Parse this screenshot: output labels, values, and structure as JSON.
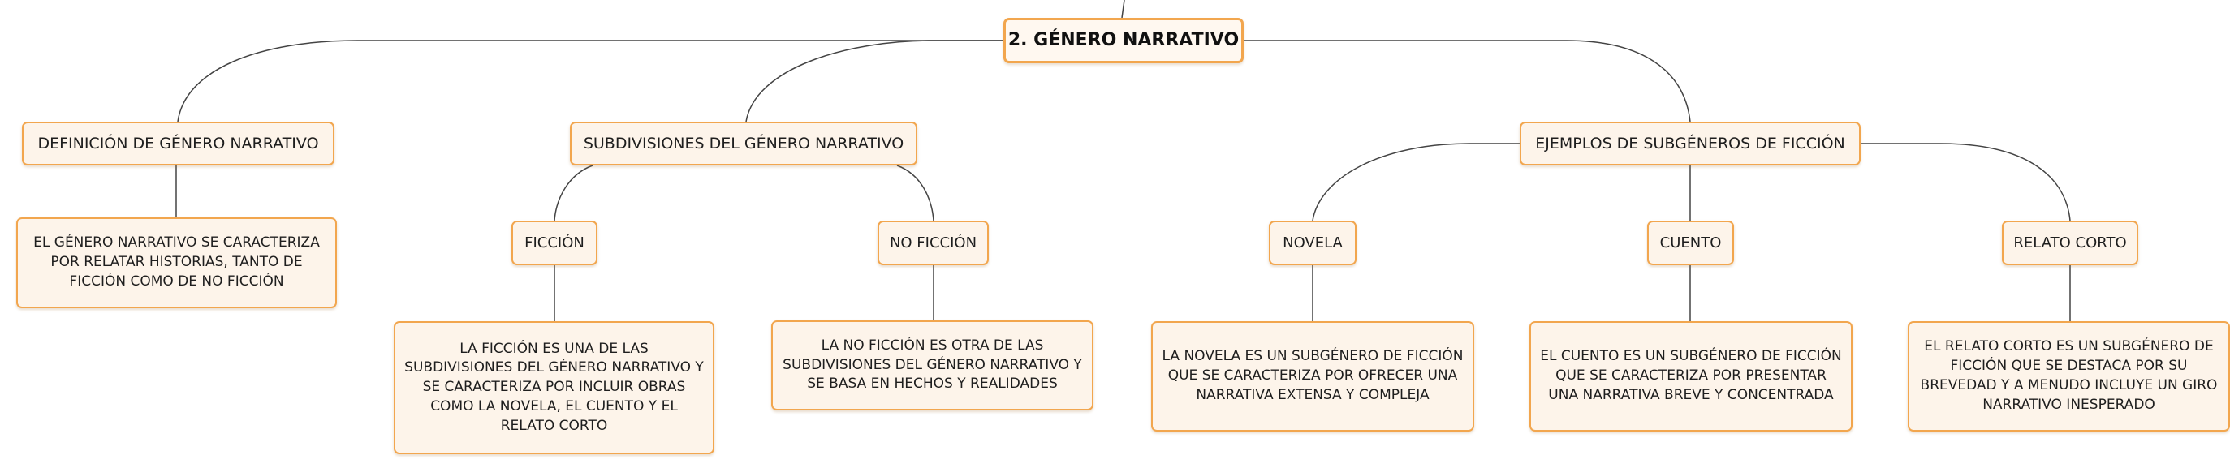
{
  "root": {
    "label": "2. GÉNERO NARRATIVO"
  },
  "definicion": {
    "label": "DEFINICIÓN DE GÉNERO NARRATIVO",
    "description": "EL GÉNERO NARRATIVO SE CARACTERIZA POR RELATAR HISTORIAS, TANTO DE FICCIÓN COMO DE NO FICCIÓN"
  },
  "subdivisiones": {
    "label": "SUBDIVISIONES DEL GÉNERO NARRATIVO",
    "ficcion": {
      "label": "FICCIÓN",
      "description": "LA FICCIÓN ES UNA DE LAS SUBDIVISIONES DEL GÉNERO NARRATIVO Y SE CARACTERIZA POR INCLUIR OBRAS COMO LA NOVELA, EL CUENTO Y EL RELATO CORTO"
    },
    "no_ficcion": {
      "label": "NO FICCIÓN",
      "description": "LA NO FICCIÓN ES OTRA DE LAS SUBDIVISIONES DEL GÉNERO NARRATIVO Y SE BASA EN HECHOS Y REALIDADES"
    }
  },
  "ejemplos": {
    "label": "EJEMPLOS DE SUBGÉNEROS DE FICCIÓN",
    "novela": {
      "label": "NOVELA",
      "description": "LA NOVELA ES UN SUBGÉNERO DE FICCIÓN QUE SE CARACTERIZA POR OFRECER UNA NARRATIVA EXTENSA Y COMPLEJA"
    },
    "cuento": {
      "label": "CUENTO",
      "description": "EL CUENTO ES UN SUBGÉNERO DE FICCIÓN QUE SE CARACTERIZA POR PRESENTAR UNA NARRATIVA BREVE Y CONCENTRADA"
    },
    "relato_corto": {
      "label": "RELATO CORTO",
      "description": "EL RELATO CORTO ES UN SUBGÉNERO DE FICCIÓN QUE SE DESTACA POR SU BREVEDAD Y A MENUDO INCLUYE UN GIRO NARRATIVO INESPERADO"
    }
  },
  "colors": {
    "node_border": "#f2a64e",
    "node_fill": "#fdf4ea",
    "connector": "#444444"
  }
}
